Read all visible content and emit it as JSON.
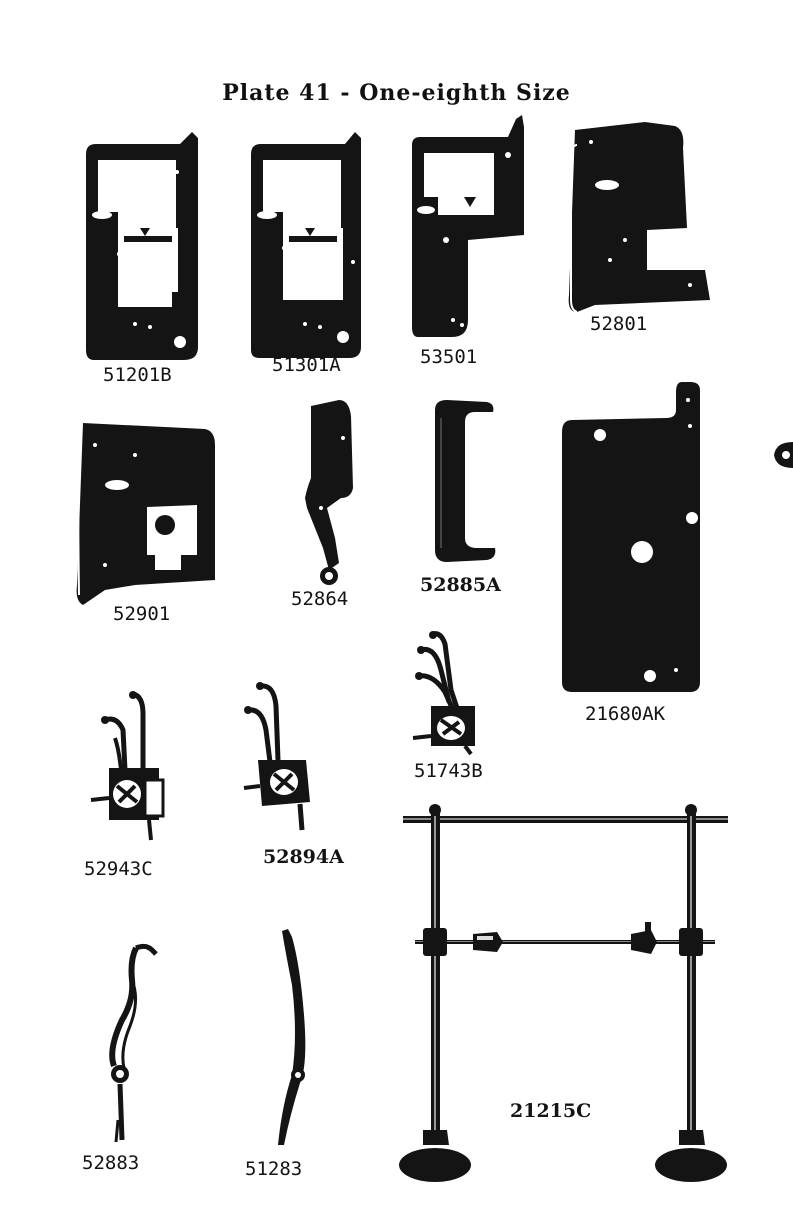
{
  "plate": {
    "title": "Plate 41 - One-eighth Size"
  },
  "parts": [
    {
      "id": "p1",
      "number": "51201B"
    },
    {
      "id": "p2",
      "number": "51301A"
    },
    {
      "id": "p3",
      "number": "53501"
    },
    {
      "id": "p4",
      "number": "52801"
    },
    {
      "id": "p5",
      "number": "52901"
    },
    {
      "id": "p6",
      "number": "52864"
    },
    {
      "id": "p7",
      "number": "52885A"
    },
    {
      "id": "p8",
      "number": "21680AK"
    },
    {
      "id": "p9",
      "number": "51743B"
    },
    {
      "id": "p10",
      "number": "52943C"
    },
    {
      "id": "p11",
      "number": "52894A"
    },
    {
      "id": "p12",
      "number": "21215C"
    },
    {
      "id": "p13",
      "number": "52883"
    },
    {
      "id": "p14",
      "number": "51283"
    }
  ],
  "colors": {
    "ink": "#141414",
    "paper": "#ffffff"
  }
}
